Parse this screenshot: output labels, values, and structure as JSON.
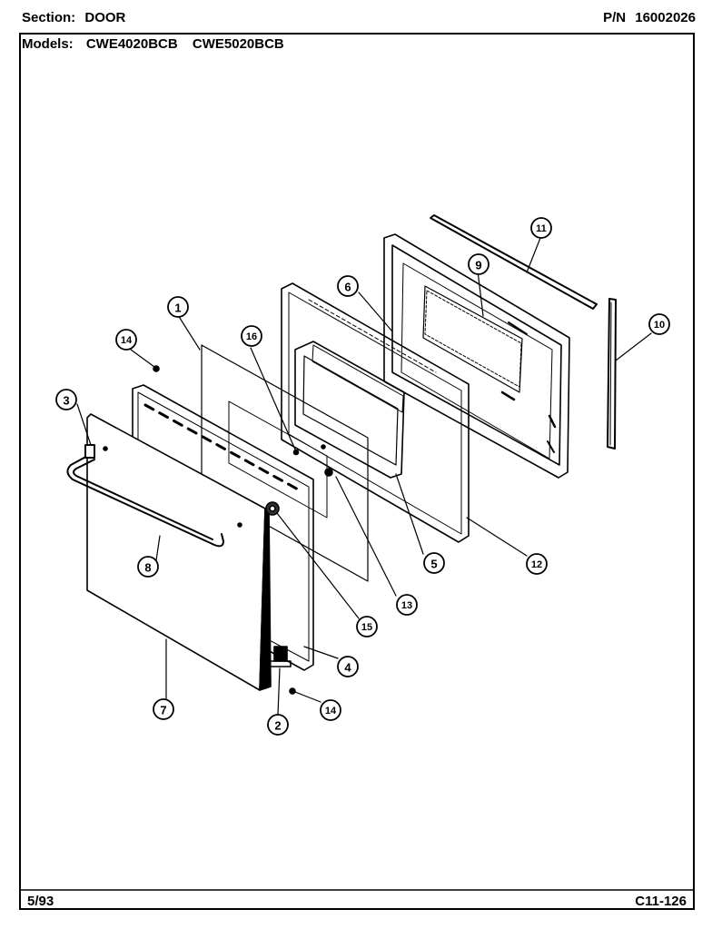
{
  "header": {
    "section_label": "Section:",
    "section_value": "DOOR",
    "pn_label": "P/N",
    "pn_value": "16002026",
    "models_label": "Models:",
    "models": [
      "CWE4020BCB",
      "CWE5020BCB"
    ]
  },
  "footer": {
    "date": "5/93",
    "page_code": "C11-126"
  },
  "callouts": {
    "c1": "1",
    "c2": "2",
    "c3": "3",
    "c4": "4",
    "c5": "5",
    "c6": "6",
    "c7": "7",
    "c8": "8",
    "c9": "9",
    "c10": "10",
    "c11": "11",
    "c12": "12",
    "c13": "13",
    "c14a": "14",
    "c14b": "14",
    "c15": "15",
    "c16": "16"
  }
}
